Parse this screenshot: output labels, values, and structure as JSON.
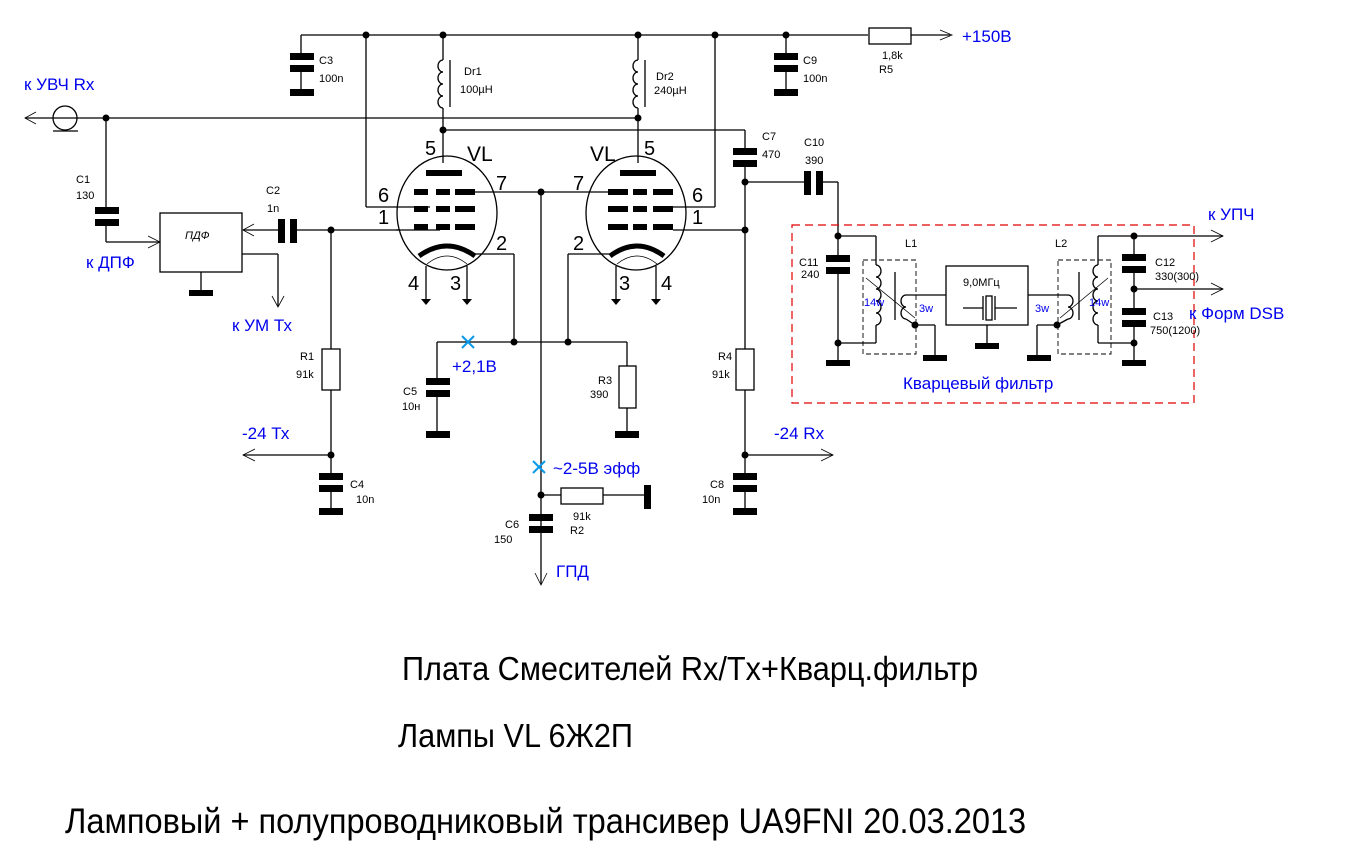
{
  "schematic": {
    "ports": {
      "uvch_rx": "к УВЧ Rx",
      "dpf": "к ДПФ",
      "um_tx": "к УМ Тх",
      "plus150": "+150В",
      "minus24_tx": "-24 Тх",
      "minus24_rx": "-24 Rx",
      "gpd": "ГПД",
      "upch": "к УПЧ",
      "form_dsb": "к Форм DSB"
    },
    "testpoints": {
      "cathode": "+2,1В",
      "lo_level": "~2-5В эфф"
    },
    "block_pdf": "ПДФ",
    "tube_label": "VL",
    "tube_pins": [
      "1",
      "2",
      "3",
      "4",
      "5",
      "6",
      "7"
    ],
    "components": {
      "C1": {
        "ref": "C1",
        "value": "130"
      },
      "C2": {
        "ref": "C2",
        "value": "1n"
      },
      "C3": {
        "ref": "C3",
        "value": "100n"
      },
      "C4": {
        "ref": "C4",
        "value": "10n"
      },
      "C5": {
        "ref": "C5",
        "value": "10н"
      },
      "C6": {
        "ref": "C6",
        "value": "150"
      },
      "C7": {
        "ref": "C7",
        "value": "470"
      },
      "C8": {
        "ref": "C8",
        "value": "10n"
      },
      "C9": {
        "ref": "C9",
        "value": "100n"
      },
      "C10": {
        "ref": "C10",
        "value": "390"
      },
      "C11": {
        "ref": "C11",
        "value": "240"
      },
      "C12": {
        "ref": "C12",
        "value": "330(300)"
      },
      "C13": {
        "ref": "C13",
        "value": "750(1200)"
      },
      "R1": {
        "ref": "R1",
        "value": "91k"
      },
      "R2": {
        "ref": "R2",
        "value": "91k"
      },
      "R3": {
        "ref": "R3",
        "value": "390"
      },
      "R4": {
        "ref": "R4",
        "value": "91k"
      },
      "R5": {
        "ref": "R5",
        "value": "1,8k"
      },
      "Dr1": {
        "ref": "Dr1",
        "value": "100µH"
      },
      "Dr2": {
        "ref": "Dr2",
        "value": "240µH"
      },
      "L1": {
        "ref": "L1",
        "primary": "14w",
        "secondary": "3w"
      },
      "L2": {
        "ref": "L2",
        "primary": "14w",
        "secondary": "3w"
      },
      "crystal": {
        "value": "9,0МГц"
      }
    },
    "filter_label": "Кварцевый фильтр",
    "colors": {
      "wire": "#000000",
      "port_text": "#0000ee",
      "filter_box": "#e00000",
      "testpoint": "#0a9ae8"
    }
  },
  "captions": {
    "line1": "Плата Смесителей Rx/Tx+Кварц.фильтр",
    "line2": "Лампы  VL  6Ж2П",
    "line3": "Ламповый + полупроводниковый трансивер UA9FNI  20.03.2013"
  }
}
